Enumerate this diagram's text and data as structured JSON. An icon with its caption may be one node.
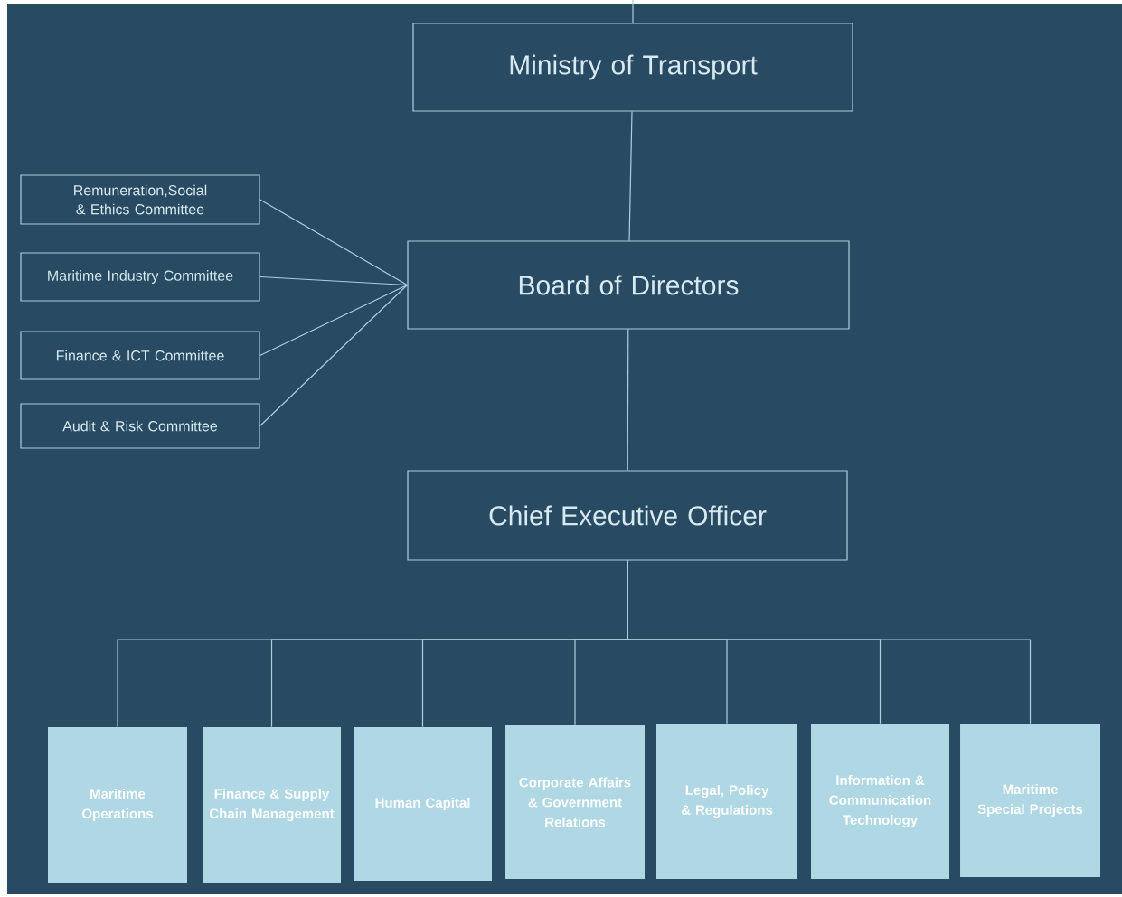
{
  "diagram": {
    "nodes": [
      {
        "text": [
          "Ministry of Transport"
        ]
      },
      {
        "text": [
          "Board of Directors"
        ]
      },
      {
        "text": [
          "Chief Executive Officer"
        ]
      },
      {
        "text": [
          "Remuneration,Social & Ethics Committee"
        ]
      },
      {
        "text": [
          "Maritime Industry Committee"
        ]
      },
      {
        "text": [
          "Finance & ICT Committee"
        ]
      },
      {
        "text": [
          "Audit & Risk Committee"
        ]
      },
      {
        "text": [
          "Maritime Operations"
        ]
      },
      {
        "text": [
          "Finance & Supply Chain Management"
        ]
      },
      {
        "text": [
          "Human Capital"
        ]
      },
      {
        "text": [
          "Corporate Affairs & Government Relations"
        ]
      },
      {
        "text": [
          "Legal, Policy & Regulations"
        ]
      },
      {
        "text": [
          "Information & Communication Technology"
        ]
      },
      {
        "text": [
          "Maritime Special Projects"
        ]
      }
    ],
    "edges": [
      {
        "from": null,
        "to": 0,
        "arrow": "none"
      },
      {
        "from": 0,
        "to": 1,
        "arrow": "none"
      },
      {
        "from": 3,
        "to": 1,
        "arrow": "none"
      },
      {
        "from": 4,
        "to": 1,
        "arrow": "none"
      },
      {
        "from": 5,
        "to": 1,
        "arrow": "none"
      },
      {
        "from": 6,
        "to": 1,
        "arrow": "none"
      },
      {
        "from": 1,
        "to": 2,
        "arrow": "none"
      },
      {
        "from": 2,
        "to": 7,
        "arrow": "none"
      },
      {
        "from": 2,
        "to": 8,
        "arrow": "none"
      },
      {
        "from": 2,
        "to": 9,
        "arrow": "none"
      },
      {
        "from": 2,
        "to": 10,
        "arrow": "none"
      },
      {
        "from": 2,
        "to": 11,
        "arrow": "none"
      },
      {
        "from": 2,
        "to": 12,
        "arrow": "none"
      },
      {
        "from": 2,
        "to": 13,
        "arrow": "none"
      }
    ]
  }
}
